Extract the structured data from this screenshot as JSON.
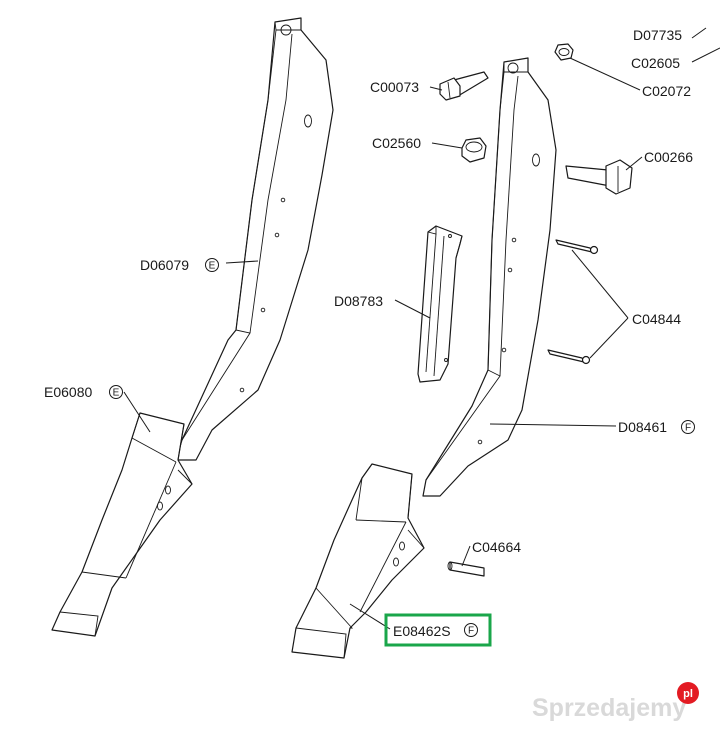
{
  "labels": {
    "d07735": "D07735",
    "c02605": "C02605",
    "c02072": "C02072",
    "c00073": "C00073",
    "c02560": "C02560",
    "c00266": "C00266",
    "d06079": "D06079",
    "d08783": "D08783",
    "c04844": "C04844",
    "e06080": "E06080",
    "d08461": "D08461",
    "c04664": "C04664",
    "e08462s": "E08462S"
  },
  "circled_markers": {
    "d06079": "E",
    "e06080": "E",
    "d08461": "F",
    "e08462s": "F"
  },
  "highlight": {
    "target": "E08462S",
    "color": "#1aa64a"
  },
  "watermark": {
    "text": "Sprzedajemy",
    "badge": "pl",
    "badge_color": "#e31b23"
  }
}
